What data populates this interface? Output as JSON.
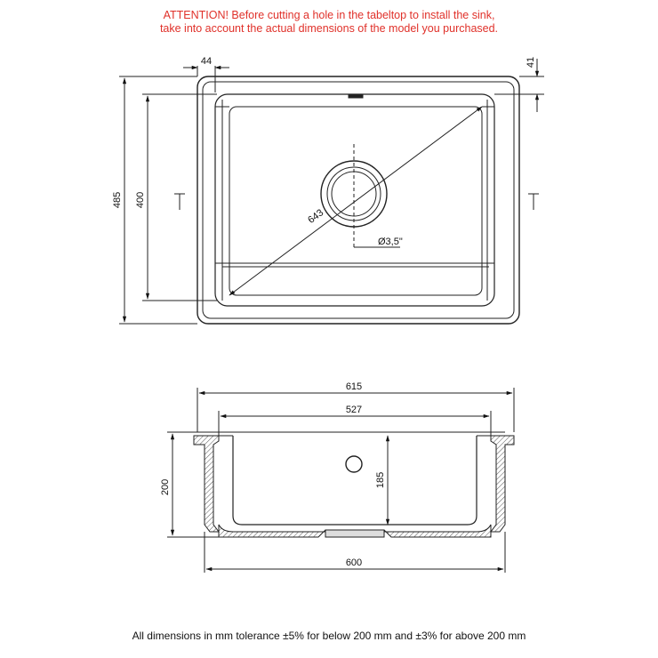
{
  "warning": {
    "line1": "ATTENTION! Before cutting a hole in the tabeltop to install the sink,",
    "line2": "take into account the actual dimensions of the model you purchased."
  },
  "top_view": {
    "dim_rim_width": "44",
    "dim_rim_top": "41",
    "dim_outer_depth": "485",
    "dim_inner_depth": "400",
    "dim_diagonal": "643",
    "dim_drain": "Ø3,5\""
  },
  "side_view": {
    "dim_outer_width": "615",
    "dim_inner_width": "527",
    "dim_height": "200",
    "dim_bowl_depth": "185",
    "dim_bottom_width": "600"
  },
  "footer": {
    "note": "All dimensions in mm tolerance ±5% for below 200 mm and ±3% for above 200 mm"
  }
}
